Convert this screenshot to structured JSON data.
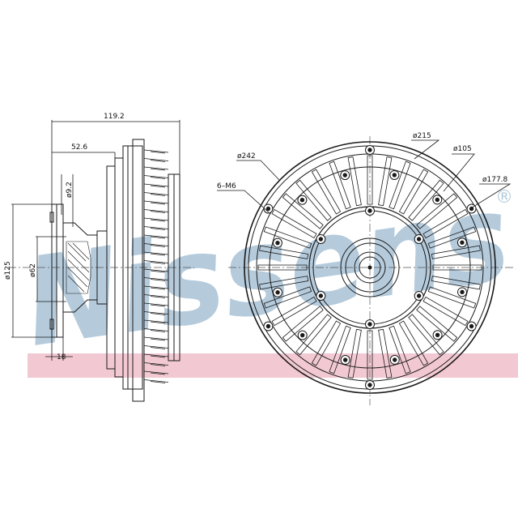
{
  "brand": {
    "watermark": "Nissens",
    "registered_mark": "®",
    "watermark_color": "#a9c3d6",
    "band_color": "#f2c9d2"
  },
  "side_view": {
    "dimensions": {
      "overall_width": "119.2",
      "hub_depth": "52.6",
      "bolt_hole": "ø9.2",
      "outer_diameter": "ø125",
      "pilot_diameter": "ø62",
      "flange_thickness": "18"
    }
  },
  "front_view": {
    "dimensions": {
      "outer_diameter": "ø242",
      "ring_diameter": "ø215",
      "bolt_circle": "ø105",
      "inner_ring": "ø177.8",
      "thread_spec": "6–M6"
    }
  },
  "colors": {
    "line": "#1a1a1a",
    "centerline": "#555555"
  }
}
